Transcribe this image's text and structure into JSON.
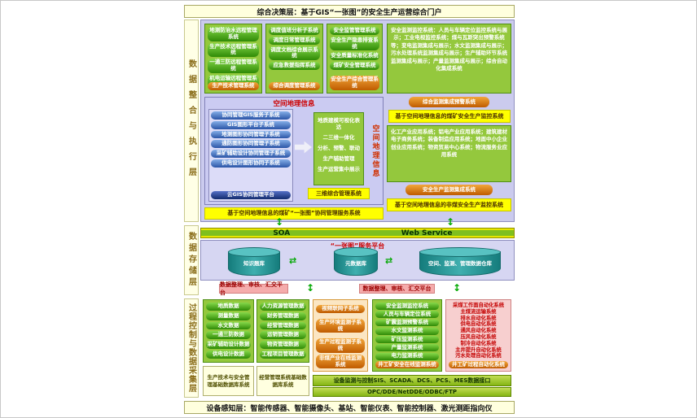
{
  "top_banner": "综合决策层：基于GIS“一张图”的安全生产运营综合门户",
  "bottom_banner": "设备感知层：智能传感器、智能摄像头、基站、智能仪表、智能控制器、激光测距指向仪",
  "layer_labels": {
    "integration": "数据整合与执行层",
    "storage": "数据存储层",
    "process": "过程控制与数据采集层"
  },
  "icons": {
    "v_arrow": "↕",
    "h_arrow": "⇄"
  },
  "upper": {
    "box_a": {
      "items": [
        "地测防治水远程管理系统",
        "生产技术远程管理系统",
        "一通三防远程管理系统",
        "机电运输远程管理系统"
      ],
      "footer": "生产技术管理系统"
    },
    "box_b": {
      "items": [
        "调度值班分析子系统",
        "调度日常管理系统",
        "调度文档综合展示系统",
        "应急救援指挥系统"
      ],
      "footer": "综合调度管理系统"
    },
    "box_c": {
      "items": [
        "安全监管管理系统",
        "安全生产隐患排查系统",
        "安全质量标准化系统",
        "煤矿安全管理系统"
      ],
      "footer": "安全生产综合管理系统"
    },
    "box_d": {
      "text": "安全监测监控系统：人员与车辆定位监控系统与展示；工业电视监控系统；煤与瓦斯突出预警系统等；变电监测集成与展示；水文监测集成与展示；污水处理系统监测集成与展示；生产辅助环节系统监测集成与展示；产量监测集成与展示；综合自动化集成系统",
      "footer_orange": "综合监测集成预警系统",
      "footer_yellow": "基于空间地理信息的煤矿安全生产监控系统"
    },
    "gis": {
      "title": "空间地理信息",
      "blue_items": [
        "协同管理GIS服务子系统",
        "GIS图形平台子系统",
        "地测图形协同管理子系统",
        "通防图形协同管理子系统",
        "采矿辅助设计协同管理子系统",
        "供电设计图形协同子系统"
      ],
      "blue_footer": "云GIS协同管理平台",
      "green_items": [
        "地质建模可视化表达",
        "二三维一体化",
        "分析、预警、联动",
        "生产辅助管理",
        "生产运营集中展示"
      ],
      "green_footer": "三维综合管理系统",
      "side_label": "空间地理信息",
      "bottom_bar": "基于空间地理信息的煤矿“一张图”协同管理服务系统"
    },
    "box_f": {
      "text": "化工产业应用系统；铝电产业应用系统；建筑建材电子商务系统；装备制造应用系统；地面中小企业创业应用系统；物资贸易中心系统；物流服务业应用系统",
      "footer_orange": "安全生产监测集成系统",
      "footer_yellow": "基于空间地理信息的非煤安全生产监控系统"
    }
  },
  "soa": {
    "left": "SOA",
    "right": "Web Service"
  },
  "storage": {
    "title": "“一张图”服务平台",
    "databases": [
      "知识题库",
      "元数据库",
      "空间、监测、管理数据仓库"
    ],
    "platform_labels": [
      "数据整理、审核、汇交平台",
      "数据整理、审核、汇交平台"
    ]
  },
  "bottom": {
    "box_g": {
      "items": [
        "地质数据",
        "测量数据",
        "水文数据",
        "一通三防数据",
        "采矿辅助设计数据",
        "供电设计数据"
      ],
      "footer": "生产技术与安全管理基础数据库系统"
    },
    "box_h": {
      "items": [
        "人力资源管理数据",
        "财务管理数据",
        "经营管理数据",
        "运销管理数据",
        "物资管理数据",
        "工程项目管理数据"
      ],
      "footer": "经营管理系统基础数据库系统"
    },
    "box_i": {
      "items": [
        "视频联网子系统",
        "生产环境监测子系统",
        "生产过程监测子系统"
      ],
      "footer": "非煤产业在线监测系统"
    },
    "box_j": {
      "items": [
        "安全监测监控系统",
        "人员与车辆定位系统",
        "矿震监测预警系统",
        "水文监测系统",
        "矿压监测系统",
        "产量监测系统",
        "电力监测系统"
      ],
      "footer": "井工矿安全在线监测系统"
    },
    "box_k": {
      "items": [
        "采煤工作面自动化系统",
        "主煤流运输系统",
        "排水自动化系统",
        "供电自动化系统",
        "通风自动化系统",
        "压风自动化系统",
        "制冷自动化系统",
        "主井提升自动化系统",
        "污水处理自动化系统"
      ],
      "footer": "井工矿过程自动化系统"
    },
    "interface_bar1": "设备监测与控制SIS、SCADA、DCS、PCS、MES数据接口",
    "interface_bar2": "OPC/DDE/NetDDE/ODBC/FTP"
  }
}
